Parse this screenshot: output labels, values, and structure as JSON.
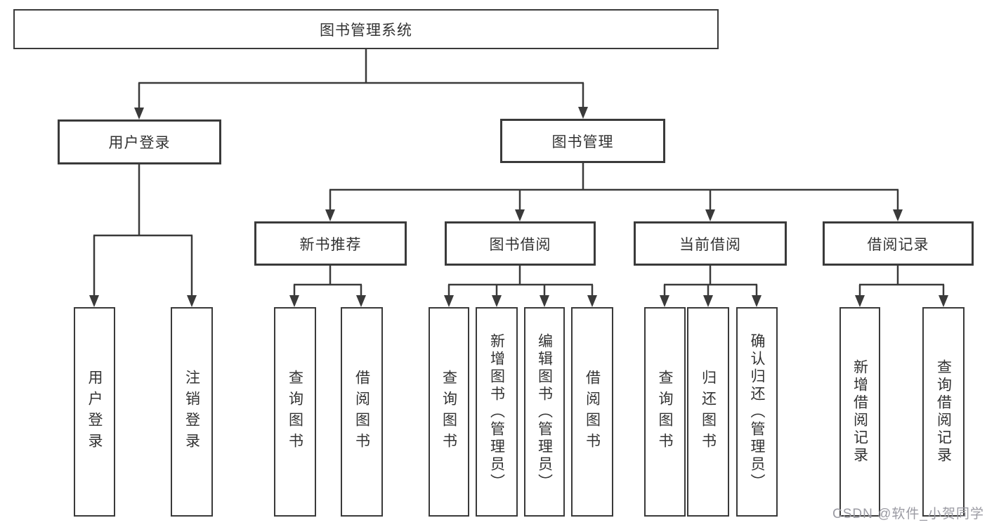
{
  "diagram": {
    "root": {
      "label": "图书管理系统"
    },
    "level2": [
      {
        "id": "user-login",
        "label": "用户登录"
      },
      {
        "id": "book-management",
        "label": "图书管理"
      }
    ],
    "level3": [
      {
        "id": "new-book-recommend",
        "label": "新书推荐"
      },
      {
        "id": "book-borrow",
        "label": "图书借阅"
      },
      {
        "id": "current-borrow",
        "label": "当前借阅"
      },
      {
        "id": "borrow-record",
        "label": "借阅记录"
      }
    ],
    "leaves": [
      {
        "group": "user-login",
        "label": "用户登录"
      },
      {
        "group": "user-login",
        "label": "注销登录"
      },
      {
        "group": "new-book-recommend",
        "label": "查询图书"
      },
      {
        "group": "new-book-recommend",
        "label": "借阅图书"
      },
      {
        "group": "book-borrow",
        "label": "查询图书"
      },
      {
        "group": "book-borrow",
        "label": "新增图书（管理员）"
      },
      {
        "group": "book-borrow",
        "label": "编辑图书（管理员）"
      },
      {
        "group": "book-borrow",
        "label": "借阅图书"
      },
      {
        "group": "current-borrow",
        "label": "查询图书"
      },
      {
        "group": "current-borrow",
        "label": "归还图书"
      },
      {
        "group": "current-borrow",
        "label": "确认归还（管理员）"
      },
      {
        "group": "borrow-record",
        "label": "新增借阅记录"
      },
      {
        "group": "borrow-record",
        "label": "查询借阅记录"
      }
    ],
    "colors": {
      "line": "#3a3a3a",
      "text": "#333333",
      "background": "#ffffff"
    }
  },
  "watermark": {
    "text": "CSDN @软件_小贺同学",
    "color": "#9b9ba3"
  }
}
